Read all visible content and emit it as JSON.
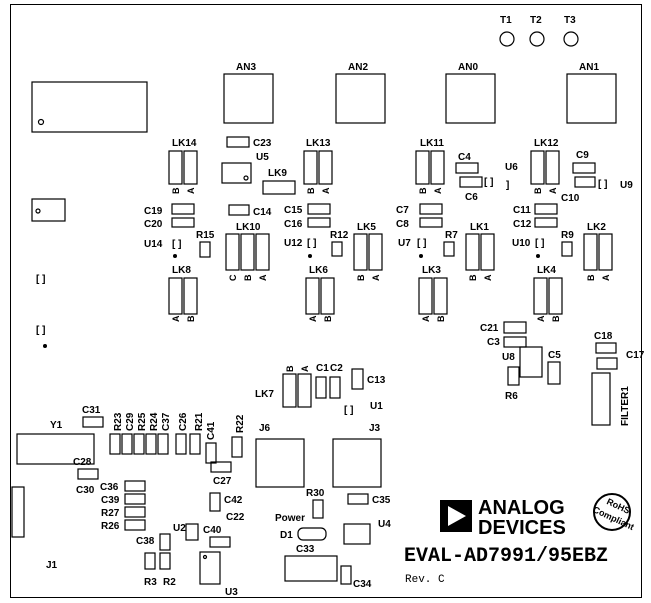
{
  "testpoints": [
    "T1",
    "T2",
    "T3"
  ],
  "connectors": {
    "an3": "AN3",
    "an2": "AN2",
    "an0": "AN0",
    "an1": "AN1",
    "j6": "J6",
    "j3": "J3",
    "j1": "J1",
    "y1": "Y1"
  },
  "links": {
    "lk14": "LK14",
    "lk13": "LK13",
    "lk11": "LK11",
    "lk12": "LK12",
    "lk9": "LK9",
    "lk10": "LK10",
    "lk5": "LK5",
    "lk1": "LK1",
    "lk2": "LK2",
    "lk8": "LK8",
    "lk6": "LK6",
    "lk3": "LK3",
    "lk4": "LK4",
    "lk7": "LK7"
  },
  "pin_labels": {
    "a": "A",
    "b": "B",
    "c": "C"
  },
  "caps": {
    "c1": "C1",
    "c2": "C2",
    "c3": "C3",
    "c4": "C4",
    "c5": "C5",
    "c6": "C6",
    "c7": "C7",
    "c8": "C8",
    "c9": "C9",
    "c10": "C10",
    "c11": "C11",
    "c12": "C12",
    "c13": "C13",
    "c14": "C14",
    "c15": "C15",
    "c16": "C16",
    "c17": "C17",
    "c18": "C18",
    "c19": "C19",
    "c20": "C20",
    "c21": "C21",
    "c22": "C22",
    "c23": "C23",
    "c26": "C26",
    "c27": "C27",
    "c28": "C28",
    "c29": "C29",
    "c30": "C30",
    "c31": "C31",
    "c33": "C33",
    "c34": "C34",
    "c35": "C35",
    "c36": "C36",
    "c37": "C37",
    "c38": "C38",
    "c39": "C39",
    "c40": "C40",
    "c41": "C41",
    "c42": "C42"
  },
  "resistors": {
    "r2": "R2",
    "r3": "R3",
    "r6": "R6",
    "r7": "R7",
    "r9": "R9",
    "r12": "R12",
    "r15": "R15",
    "r21": "R21",
    "r22": "R22",
    "r23": "R23",
    "r24": "R24",
    "r25": "R25",
    "r26": "R26",
    "r27": "R27",
    "r30": "R30"
  },
  "ics": {
    "u1": "U1",
    "u2": "U2",
    "u3": "U3",
    "u4": "U4",
    "u5": "U5",
    "u6": "U6",
    "u7": "U7",
    "u8": "U8",
    "u9": "U9",
    "u10": "U10",
    "u12": "U12",
    "u14": "U14"
  },
  "misc": {
    "d1": "D1",
    "power": "Power",
    "filter1": "FILTER1"
  },
  "branding": {
    "company_line1": "ANALOG",
    "company_line2": "DEVICES",
    "rohs_line1": "RoHS",
    "rohs_line2": "Compliant",
    "board_name": "EVAL-AD7991/95EBZ",
    "revision": "Rev. C"
  }
}
